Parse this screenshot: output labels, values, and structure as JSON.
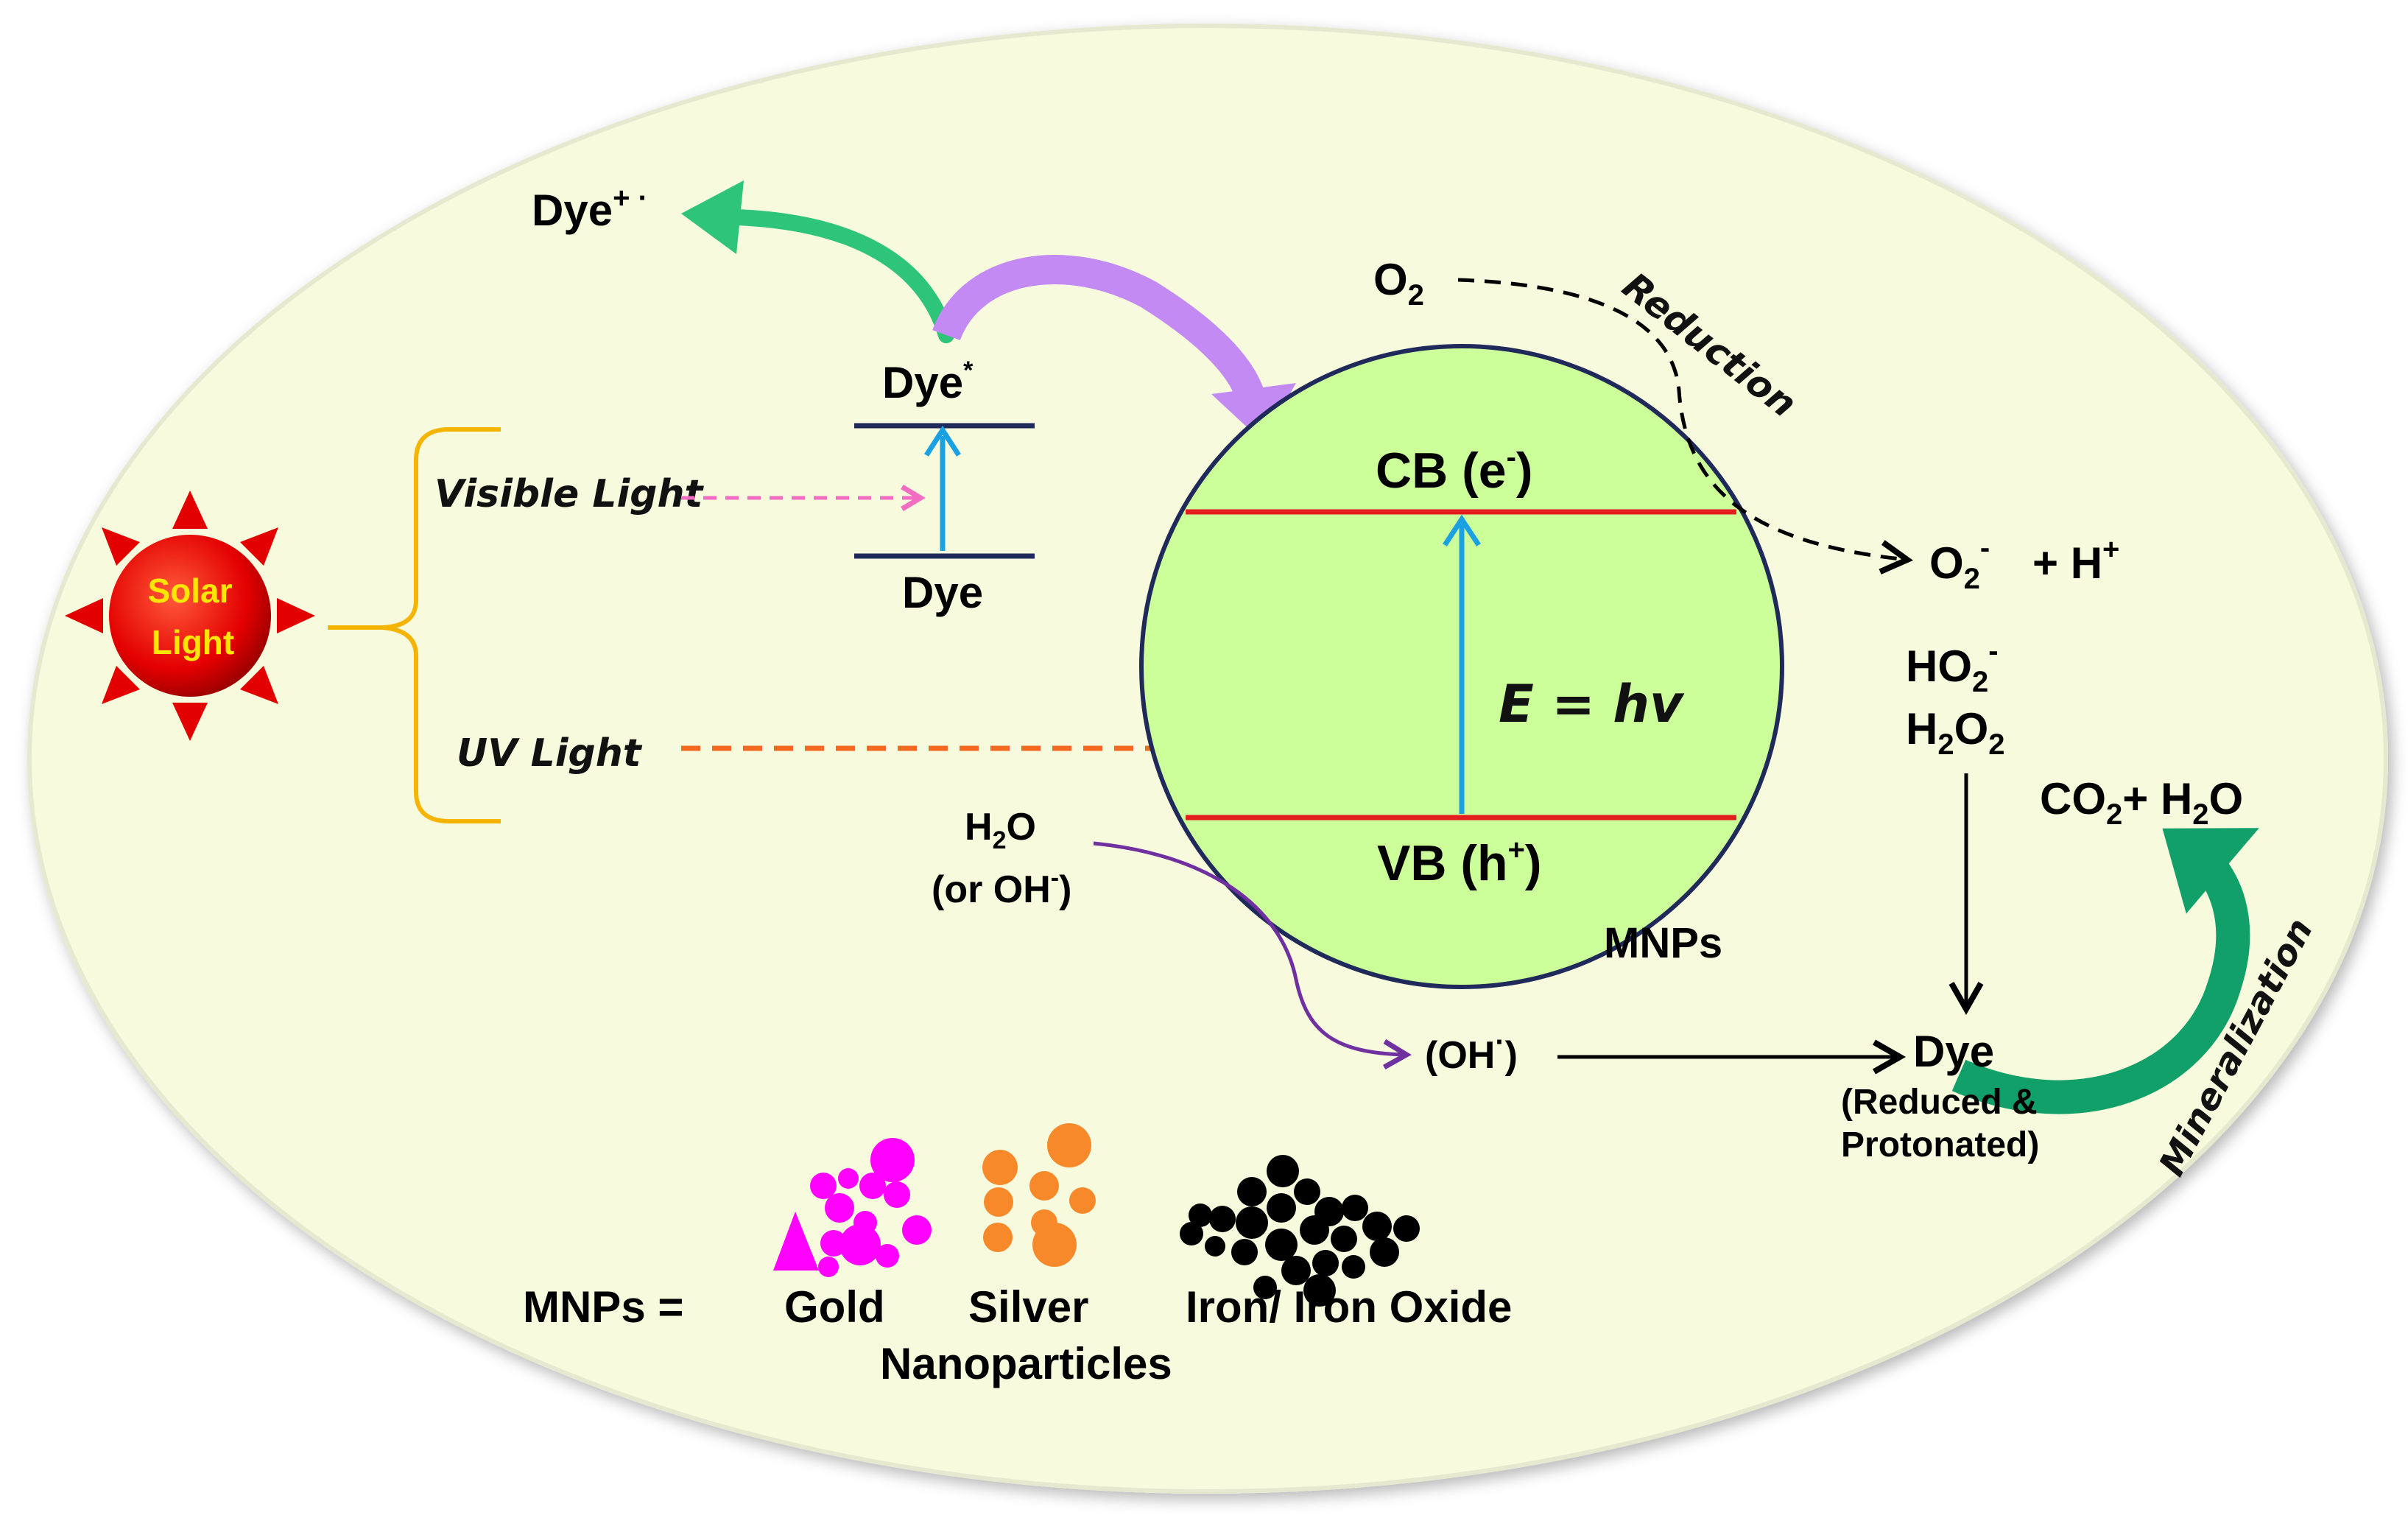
{
  "labels": {
    "solar_1": "Solar",
    "solar_2": "Light",
    "visible_light": "Visible Light",
    "uv_light": "UV Light",
    "dye_radical": "Dye",
    "dye_radical_sup": "+ ·",
    "dye_excited": "Dye",
    "dye_excited_sup": "*",
    "dye_ground": "Dye",
    "o2_top": "O",
    "o2_top_sub": "2",
    "reduction": "Reduction",
    "o2_radical": "O",
    "o2_radical_sub": "2",
    "o2_radical_sup": "-",
    "plus_h": "+ H",
    "plus_h_sup": "+",
    "ho2": "HO",
    "ho2_sub": "2",
    "ho2_sup": "-",
    "h2o2_h": "H",
    "h2o2_sub1": "2",
    "h2o2_o": "O",
    "h2o2_sub2": "2",
    "co2_c": "CO",
    "co2_sub": "2",
    "co2_plus": "+ H",
    "co2_sub2": "2",
    "co2_o": "O",
    "cb": "CB (e",
    "cb_sup": "-",
    "cb_close": ")",
    "vb": "VB (h",
    "vb_sup": "+",
    "vb_close": ")",
    "energy": "E = hv",
    "mnps_label": "MNPs",
    "h2o_h": "H",
    "h2o_sub": "2",
    "h2o_o": "O",
    "or_oh": "(or OH",
    "or_oh_sup": "-",
    "or_oh_close": ")",
    "oh_radical": "(OH",
    "oh_radical_sup": "·",
    "oh_radical_close": ")",
    "dye_reduced": "Dye",
    "reduced_line1": "(Reduced &",
    "reduced_line2": "Protonated)",
    "mineralization": "Mineralization",
    "mnps_eq": "MNPs =",
    "gold": "Gold",
    "silver": "Silver",
    "iron": "Iron/ Iron Oxide",
    "nanoparticles": "Nanoparticles"
  },
  "colors": {
    "background_ellipse": "#F7FADC",
    "particle_fill": "#CCFF99",
    "band_line": "#E41E1E",
    "blue_arrow": "#1BA1E2",
    "visible_arrow": "#F26DC2",
    "uv_arrow": "#F26A21",
    "bracket": "#F5B400",
    "sun_fill": "#E30000",
    "sun_text": "#FFE600",
    "green_arrow": "#2EC47A",
    "purple_arrow": "#C28AF2",
    "mineral_arrow": "#12A06A",
    "oh_arrow": "#7030A0",
    "gold_particles": "#FF00FF",
    "silver_particles": "#F7892B",
    "iron_particles": "#000000"
  },
  "icons": [
    "sun-icon",
    "gold-nanoparticle-icon",
    "silver-nanoparticle-icon",
    "iron-nanoparticle-icon"
  ]
}
